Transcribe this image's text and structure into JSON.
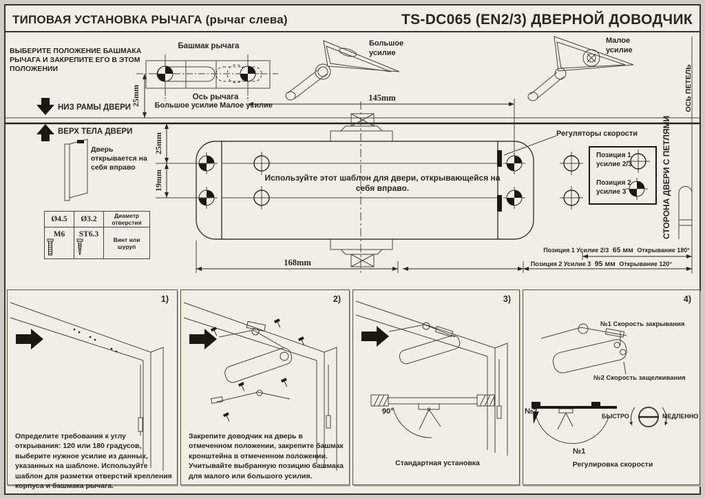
{
  "header": {
    "title_left": "ТИПОВАЯ УСТАНОВКА РЫЧАГА (рычаг слева)",
    "title_right": "TS-DC065 (EN2/3) ДВЕРНОЙ ДОВОДЧИК"
  },
  "colors": {
    "paper": "#f1eee5",
    "ink": "#2b2620",
    "line": "#4a4138"
  },
  "template": {
    "instruction": "ВЫБЕРИТЕ ПОЛОЖЕНИЕ БАШМАКА РЫЧАГА И ЗАКРЕПИТЕ ЕГО В ЭТОМ ПОЛОЖЕНИИ",
    "shoe_label": "Башмак рычага",
    "axis_label": "Ось рычага",
    "big_force": "Большое усилие",
    "small_force": "Малое усилие",
    "big_force_illustration": "Большое усилие",
    "small_force_illustration": "Малое усилие",
    "frame_bottom": "НИЗ РАМЫ ДВЕРИ",
    "door_top": "ВЕРХ ТЕЛА ДВЕРИ",
    "door_note": "Дверь открывается на себя вправо",
    "body_note": "Используйте этот шаблон для двери, открывающейся на себя вправо.",
    "speed_regulators": "Регуляторы скорости",
    "hinge_side_vertical": "СТОРОНА ДВЕРИ С ПЕТЛЯМИ",
    "hinge_axis_vertical": "ОСЬ ПЕТЕЛЬ",
    "dims": {
      "plate_offset": "25mm",
      "body_offset": "25mm",
      "row_gap": "19mm",
      "arm_reach": "145mm",
      "body_length": "168mm"
    },
    "legend": {
      "pos1": "Позиция 1 усилие 2/3",
      "pos2": "Позиция 2 усилие 3"
    },
    "position_notes": [
      {
        "label": "Позиция 1  Усилие 2/3",
        "value": "65 мм",
        "opening": "Открывание 180°"
      },
      {
        "label": "Позиция 2  Усилие 3",
        "value": "95 мм",
        "opening": "Открывание 120°"
      }
    ],
    "hole_table": {
      "headers": [
        "Ø4.5",
        "Ø3.2"
      ],
      "header_note": "Диаметр отверстия",
      "fasteners": [
        "М6",
        "ST6.3"
      ],
      "fastener_note": "Винт или шуруп"
    }
  },
  "steps": [
    {
      "number": "1)",
      "caption": "Определите требования к углу открывания: 120 или 180 градусов, выберите нужное усилие из данных, указанных на шаблоне. Используйте шаблон для разметки отверстий крепления корпуса и башмака рычага."
    },
    {
      "number": "2)",
      "caption": "Закрепите доводчик на дверь в отмеченном положении, закрепите башмак кронштейна в отмеченном положении. Учитывайте выбранную позицию башмака для малого или большого усилия."
    },
    {
      "number": "3)",
      "caption": "Стандартная установка",
      "angle_label": "90°"
    },
    {
      "number": "4)",
      "caption": "Регулировка скорости",
      "label_1": "№1 Скорость закрывания",
      "label_2": "№2 Скорость защелкивания",
      "mark_2": "№2",
      "mark_1": "№1",
      "fast": "БЫСТРО",
      "slow": "МЕДЛЕННО"
    }
  ]
}
